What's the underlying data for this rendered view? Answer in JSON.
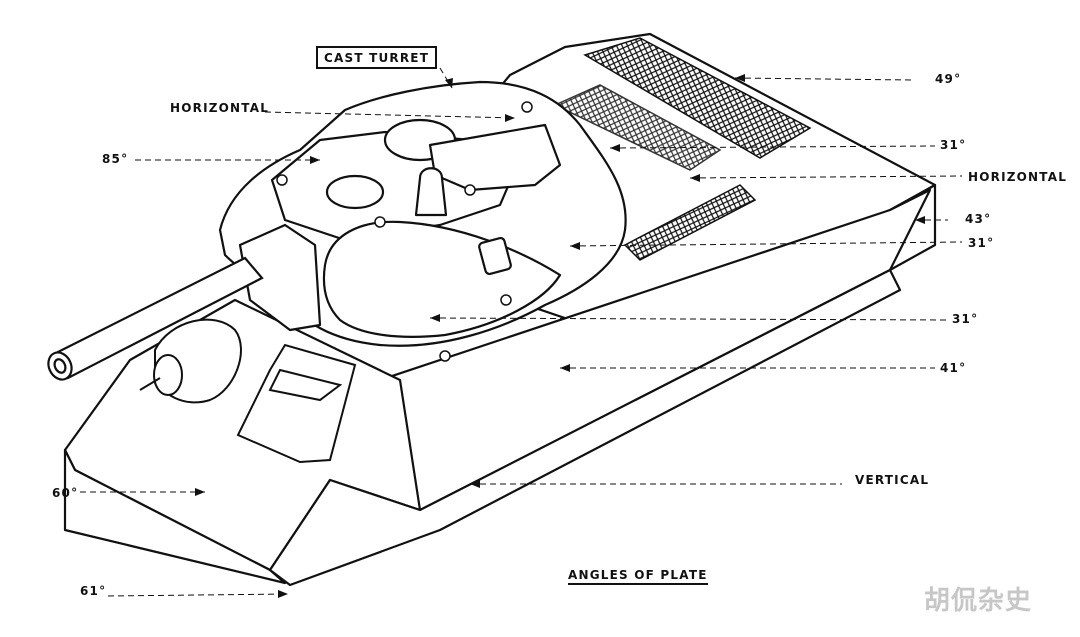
{
  "diagram": {
    "title": "ANGLES OF PLATE",
    "labels": {
      "cast_turret": "CAST TURRET",
      "turret_top": "HORIZONTAL",
      "turret_front": "85°",
      "engine_deck": "49°",
      "upper_side_1": "31°",
      "hull_rear_top": "HORIZONTAL",
      "rear_plate": "43°",
      "upper_side_2": "31°",
      "turret_side": "31°",
      "hull_side": "41°",
      "lower_side": "VERTICAL",
      "glacis": "60°",
      "lower_front": "61°"
    },
    "watermark": "胡侃杂史"
  }
}
